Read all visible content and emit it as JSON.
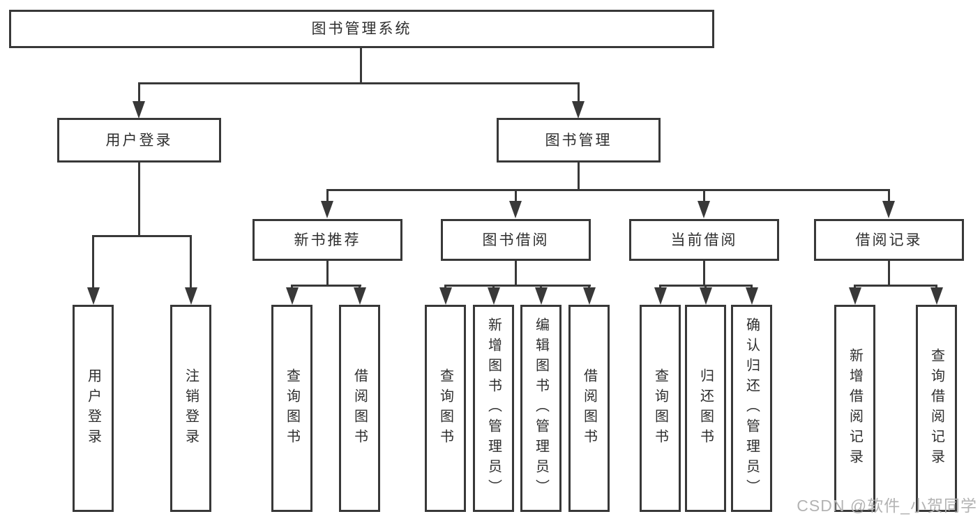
{
  "colors": {
    "line": "#383838",
    "box_border": "#383838",
    "box_background": "#ffffff",
    "text": "#2e2e2e",
    "watermark": "#b3b3b3"
  },
  "tree": {
    "root": {
      "label": "图书管理系统",
      "children": [
        {
          "label": "用户登录",
          "children": [
            {
              "label": "用户登录"
            },
            {
              "label": "注销登录"
            }
          ]
        },
        {
          "label": "图书管理",
          "children": [
            {
              "label": "新书推荐",
              "children": [
                {
                  "label": "查询图书"
                },
                {
                  "label": "借阅图书"
                }
              ]
            },
            {
              "label": "图书借阅",
              "children": [
                {
                  "label": "查询图书"
                },
                {
                  "label": "新增图书（管理员）"
                },
                {
                  "label": "编辑图书（管理员）"
                },
                {
                  "label": "借阅图书"
                }
              ]
            },
            {
              "label": "当前借阅",
              "children": [
                {
                  "label": "查询图书"
                },
                {
                  "label": "归还图书"
                },
                {
                  "label": "确认归还（管理员）"
                }
              ]
            },
            {
              "label": "借阅记录",
              "children": [
                {
                  "label": "新增借阅记录"
                },
                {
                  "label": "查询借阅记录"
                }
              ]
            }
          ]
        }
      ]
    }
  },
  "watermark": "CSDN @软件_小贺同学"
}
